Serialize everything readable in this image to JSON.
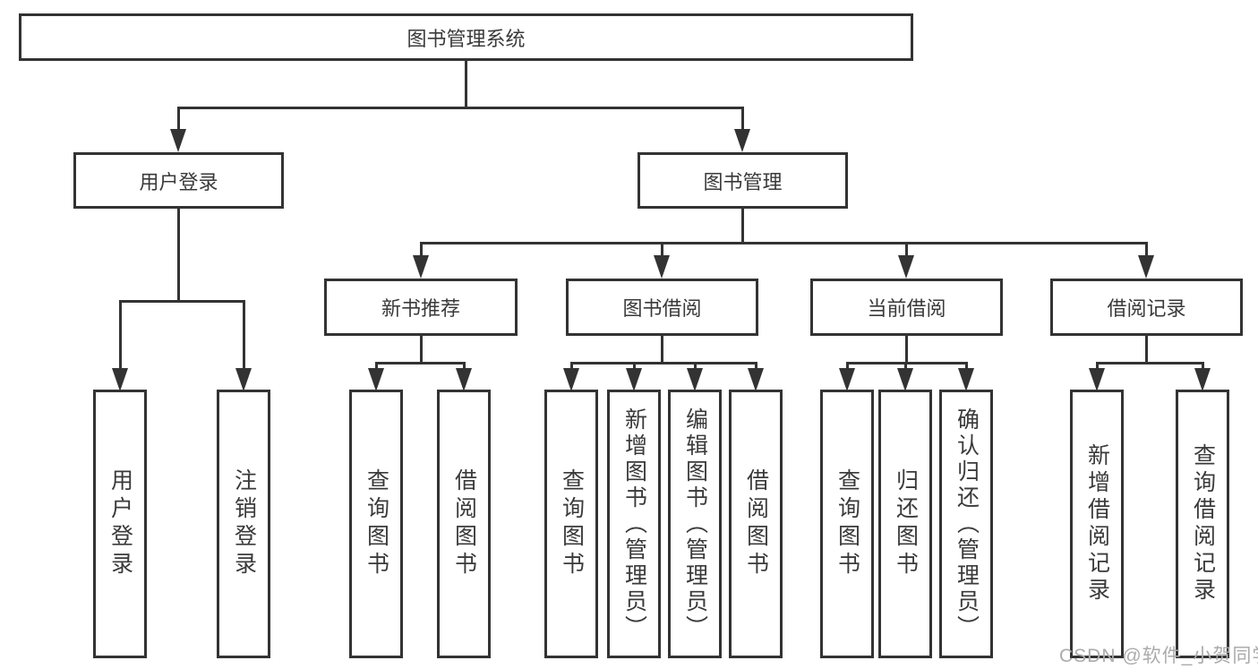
{
  "diagram": {
    "root": {
      "label": "图书管理系统",
      "children": [
        {
          "label": "用户登录",
          "children": [
            {
              "label": "用户登录"
            },
            {
              "label": "注销登录"
            }
          ]
        },
        {
          "label": "图书管理",
          "children": [
            {
              "label": "新书推荐",
              "children": [
                {
                  "label": "查询图书"
                },
                {
                  "label": "借阅图书"
                }
              ]
            },
            {
              "label": "图书借阅",
              "children": [
                {
                  "label": "查询图书"
                },
                {
                  "label": "新增图书（管理员）"
                },
                {
                  "label": "编辑图书（管理员）"
                },
                {
                  "label": "借阅图书"
                }
              ]
            },
            {
              "label": "当前借阅",
              "children": [
                {
                  "label": "查询图书"
                },
                {
                  "label": "归还图书"
                },
                {
                  "label": "确认归还（管理员）"
                }
              ]
            },
            {
              "label": "借阅记录",
              "children": [
                {
                  "label": "新增借阅记录"
                },
                {
                  "label": "查询借阅记录"
                }
              ]
            }
          ]
        }
      ]
    }
  },
  "watermark": {
    "text": "CSDN @软件_小贺同学"
  },
  "colors": {
    "line": "#333333",
    "text": "#3a3a3a",
    "bg": "#ffffff",
    "watermark": "#ababab"
  }
}
